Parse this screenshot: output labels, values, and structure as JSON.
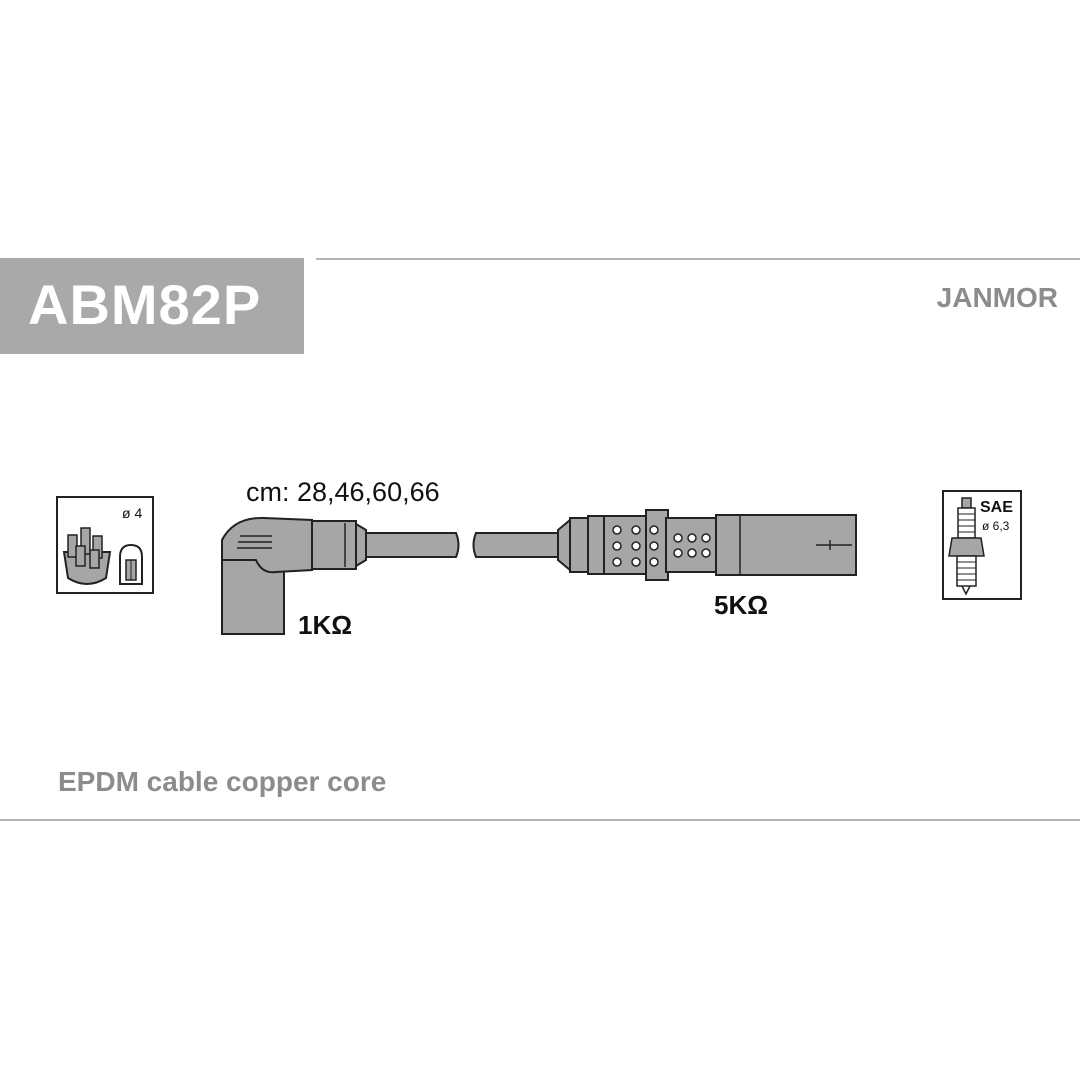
{
  "header": {
    "part_number": "ABM82P",
    "brand": "JANMOR"
  },
  "cable": {
    "lengths_label": "cm: 28,46,60,66",
    "resistance_left": "1KΩ",
    "resistance_right": "5KΩ"
  },
  "distributor_icon": {
    "symbol": "ø 4"
  },
  "spark_plug_icon": {
    "label": "SAE",
    "symbol": "ø 6,3"
  },
  "footer": {
    "description": "EPDM cable copper core"
  },
  "colors": {
    "header_box": "#a9a9a9",
    "rules": "#b4b4b4",
    "grey_text": "#8c8c8c",
    "part_fill": "#a6a6a6"
  }
}
